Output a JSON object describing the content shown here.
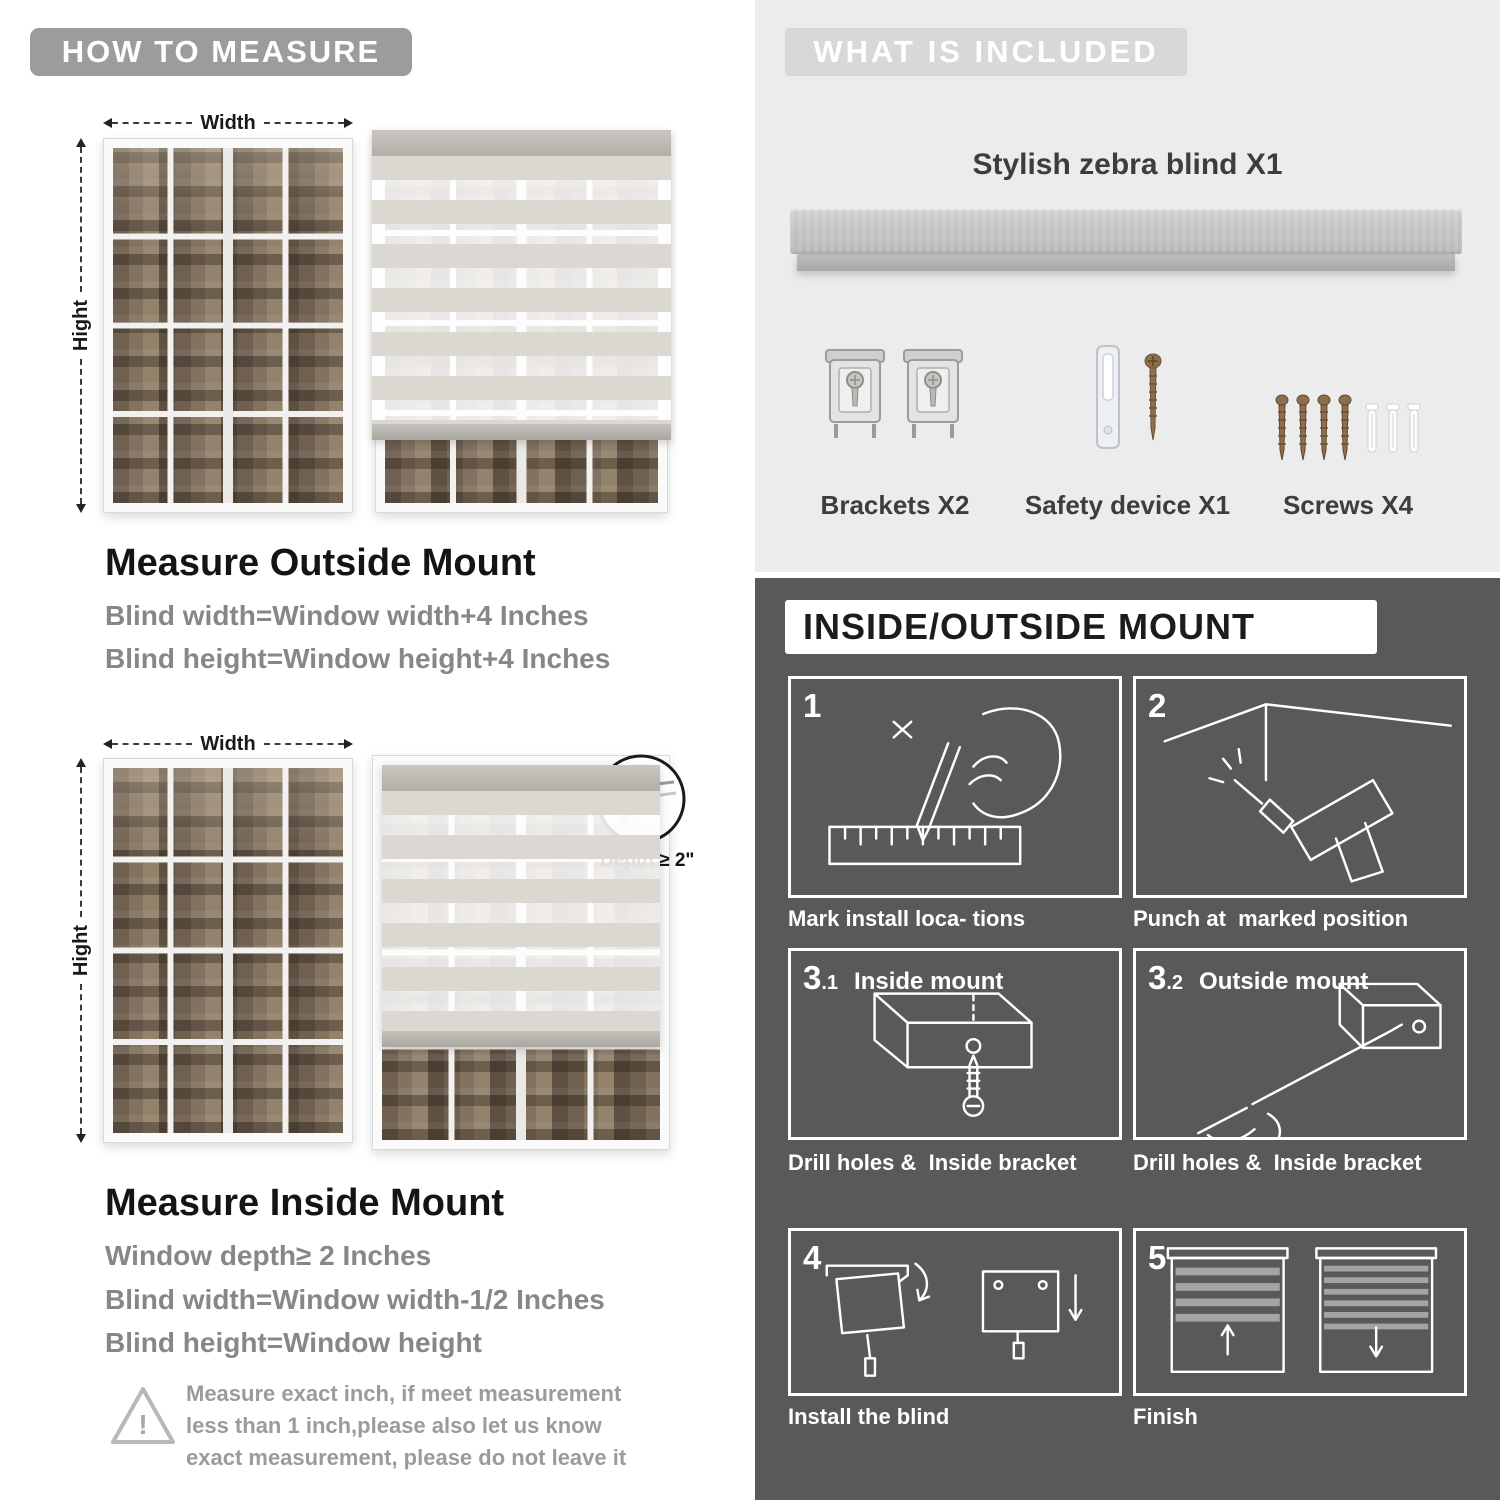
{
  "labels": {
    "width": "Width",
    "height": "Hight"
  },
  "left": {
    "badge": "HOW TO MEASURE",
    "outside": {
      "heading": "Measure Outside Mount",
      "line1": "Blind width=Window width+4 Inches",
      "line2": "Blind height=Window height+4 Inches"
    },
    "inside": {
      "heading": "Measure Inside Mount",
      "depth_callout": "Depth ≥ 2\"",
      "line1": "Window depth≥ 2 Inches",
      "line2": "Blind width=Window width-1/2 Inches",
      "line3": "Blind height=Window height"
    },
    "note": {
      "mark": "!",
      "text": "Measure exact inch, if meet measurement less than 1 inch,please also let us know exact measurement, please do not leave it"
    }
  },
  "right": {
    "included": {
      "badge": "WHAT IS INCLUDED",
      "product_title": "Stylish zebra blind X1",
      "items": [
        {
          "label": "Brackets X2"
        },
        {
          "label": "Safety device X1"
        },
        {
          "label": "Screws X4"
        }
      ]
    },
    "mount": {
      "badge": "INSIDE/OUTSIDE MOUNT",
      "steps": [
        {
          "num": "1",
          "num_suffix": "",
          "label": "",
          "caption": "Mark install loca- tions"
        },
        {
          "num": "2",
          "num_suffix": "",
          "label": "",
          "caption": "Punch at  marked position"
        },
        {
          "num": "3",
          "num_suffix": ".1",
          "label": "Inside mount",
          "caption": "Drill holes &  Inside bracket"
        },
        {
          "num": "3",
          "num_suffix": ".2",
          "label": "Outside mount",
          "caption": "Drill holes &  Inside bracket"
        },
        {
          "num": "4",
          "num_suffix": "",
          "label": "",
          "caption": "Install the blind"
        },
        {
          "num": "5",
          "num_suffix": "",
          "label": "",
          "caption": "Finish"
        }
      ]
    }
  },
  "colors": {
    "left_badge_bg": "#9c9c9c",
    "included_badge_bg": "#d8d8d8",
    "light_section_bg": "#ececec",
    "dark_section_bg": "#595959",
    "heading_text": "#141414",
    "sub_text": "#878787"
  }
}
